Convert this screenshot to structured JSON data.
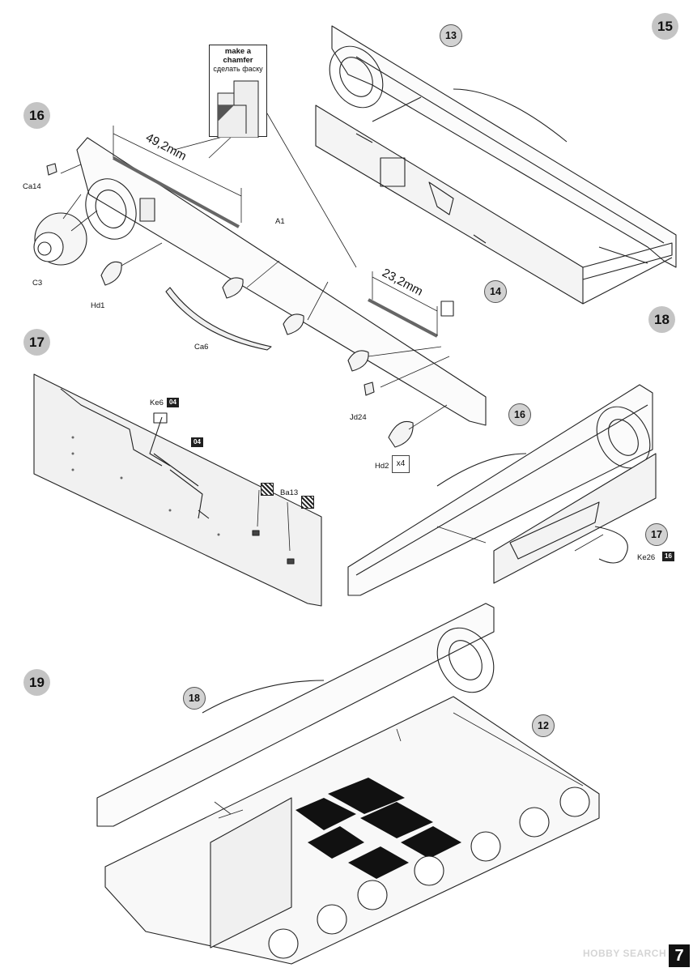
{
  "steps": {
    "s15": "15",
    "s16": "16",
    "s17": "17",
    "s18": "18",
    "s19": "19"
  },
  "callout": {
    "title": "make a chamfer",
    "subtitle": "сделать фаску"
  },
  "dimensions": {
    "d1": "49,2mm",
    "d2": "23,2mm"
  },
  "parts": {
    "ca14": "Ca14",
    "c3": "C3",
    "hd1": "Hd1",
    "a1": "A1",
    "ca6": "Ca6",
    "jd24": "Jd24",
    "hd2": "Hd2",
    "x4": "x4",
    "ke6": "Ke6",
    "ba13": "Ba13",
    "ke26": "Ke26"
  },
  "refs": {
    "r13": "13",
    "r14": "14",
    "r16a": "16",
    "r17": "17",
    "r18": "18",
    "r12": "12",
    "tag04a": "04",
    "tag04b": "04",
    "tag16": "16"
  },
  "footer": {
    "watermark": "HOBBY SEARCH",
    "page_number": "7"
  }
}
